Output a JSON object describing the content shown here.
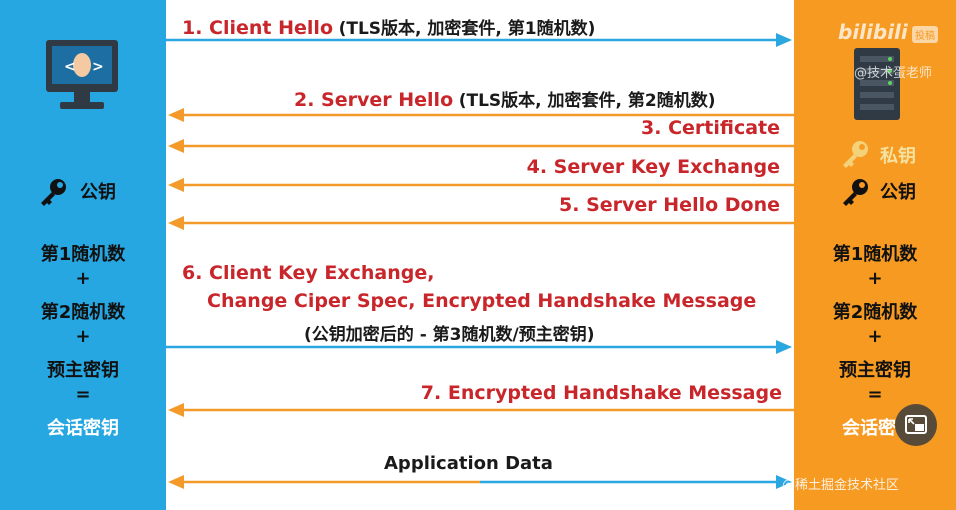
{
  "messages": {
    "m1_main": "1. Client Hello",
    "m1_sub": "(TLS版本, 加密套件, 第1随机数)",
    "m2_main": "2. Server Hello",
    "m2_sub": "(TLS版本, 加密套件, 第2随机数)",
    "m3": "3. Certificate",
    "m4": "4. Server Key Exchange",
    "m5": "5. Server Hello Done",
    "m6_line1": "6. Client Key Exchange,",
    "m6_line2": "Change Ciper Spec,  Encrypted Handshake Message",
    "m6_sub": "(公钥加密后的 - 第3随机数/预主密钥)",
    "m7": "7. Encrypted Handshake Message",
    "app": "Application Data"
  },
  "client": {
    "public_key": "公钥",
    "rand1": "第1随机数",
    "plus1": "+",
    "rand2": "第2随机数",
    "plus2": "+",
    "premaster": "预主密钥",
    "equals": "=",
    "session_key": "会话密钥"
  },
  "server": {
    "private_key": "私钥",
    "public_key": "公钥",
    "rand1": "第1随机数",
    "plus1": "+",
    "rand2": "第2随机数",
    "plus2": "+",
    "premaster": "预主密钥",
    "equals": "=",
    "session_key": "会话密"
  },
  "watermarks": {
    "bilibili": "bilibili",
    "badge": "投稿",
    "author": "@技术蛋老师",
    "juejin": "@稀土掘金技术社区"
  },
  "colors": {
    "client_col": "#27a7e2",
    "server_col": "#f69a22",
    "arrow_blue": "#2aa6e0",
    "arrow_orange": "#f39a2b",
    "text_red": "#c8262a"
  }
}
